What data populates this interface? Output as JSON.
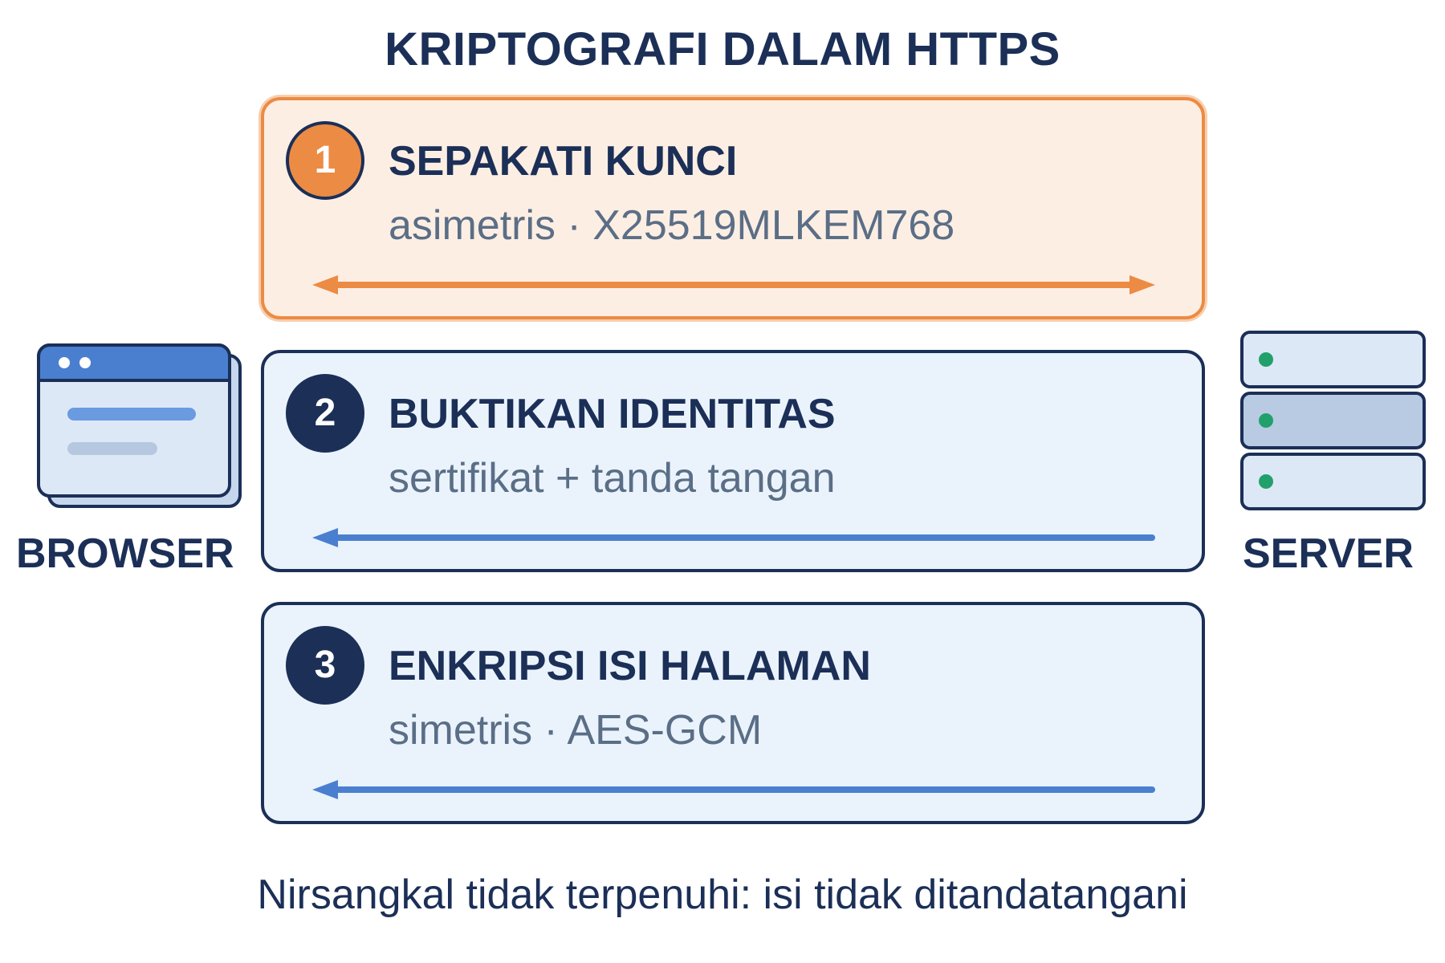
{
  "title": "KRIPTOGRAFI DALAM HTTPS",
  "steps": [
    {
      "number": "1",
      "title": "SEPAKATI KUNCI",
      "subtitle": "asimetris · X25519MLKEM768",
      "arrow": "both",
      "color": "#ec8b44"
    },
    {
      "number": "2",
      "title": "BUKTIKAN IDENTITAS",
      "subtitle": "sertifikat + tanda tangan",
      "arrow": "left",
      "color": "#4a7fd0"
    },
    {
      "number": "3",
      "title": "ENKRIPSI ISI HALAMAN",
      "subtitle": "simetris · AES-GCM",
      "arrow": "left",
      "color": "#4a7fd0"
    }
  ],
  "browser": {
    "label": "BROWSER",
    "icon": "browser-window-icon"
  },
  "server": {
    "label": "SERVER",
    "icon": "server-rack-icon",
    "status_color": "#22a06b"
  },
  "footer": "Nirsangkal tidak terpenuhi: isi tidak ditandatangani"
}
